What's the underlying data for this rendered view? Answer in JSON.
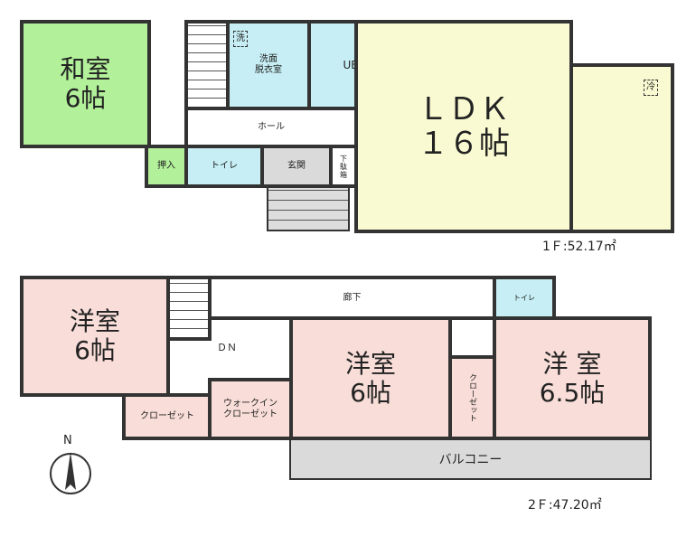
{
  "floor1": {
    "washitsu": "和室\n6帖",
    "oshiire": "押入",
    "stairs": "",
    "senmen": "洗面\n脱衣室",
    "washer": "洗",
    "ub": "UB",
    "hall": "ホール",
    "toilet": "トイレ",
    "genkan": "玄関",
    "getabako": "下\n駄\n箱",
    "ldk": "ＬＤＫ\n１６帖",
    "fridge": "冷",
    "area": "1Ｆ:52.17㎡"
  },
  "floor2": {
    "room_left": "洋室\n6帖",
    "dn": "ＤＮ",
    "hallway": "廊下",
    "toilet": "トイレ",
    "closet_left": "クローゼット",
    "walkin": "ウォークイン\nクローゼット",
    "room_mid": "洋室\n6帖",
    "closet_mid": "クローゼット",
    "room_right": "洋 室\n6.5帖",
    "balcony": "バルコニー",
    "area": "2Ｆ:47.20㎡"
  },
  "compass": "N",
  "colors": {
    "wall": "#333333",
    "washitsu": "#b2f09a",
    "water": "#c6eef4",
    "ldk": "#fafad2",
    "bedroom": "#f8ddd8",
    "genkan": "#dadada"
  }
}
